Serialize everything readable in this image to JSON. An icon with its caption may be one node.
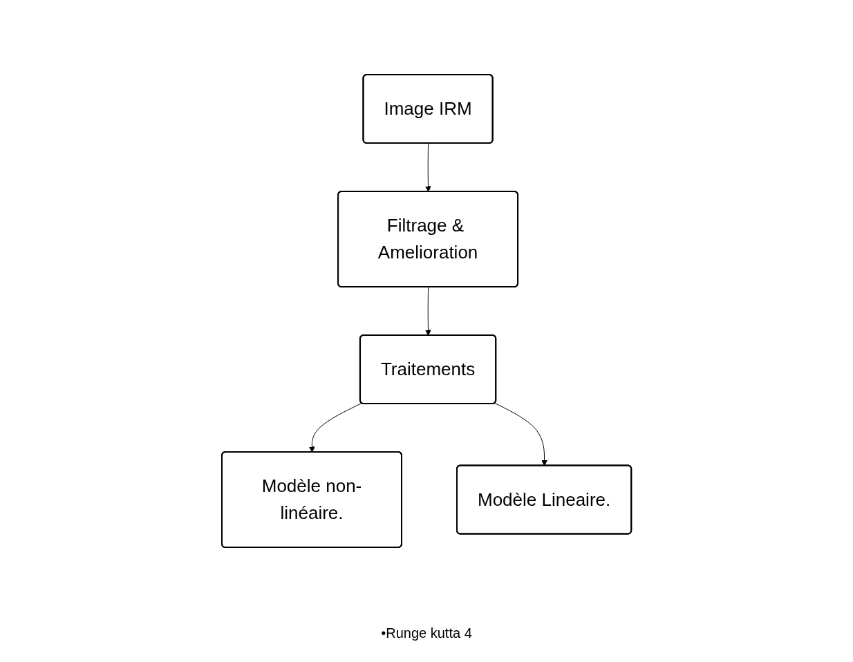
{
  "diagram": {
    "nodes": [
      {
        "text": [
          "Image IRM"
        ]
      },
      {
        "text": [
          "Filtrage & Amelioration"
        ]
      },
      {
        "text": [
          "Traitements"
        ]
      },
      {
        "text": [
          "Modèle non-linéaire."
        ]
      },
      {
        "text": [
          "Modèle Lineaire."
        ]
      }
    ],
    "edges": [
      {
        "from": 0,
        "to": 1,
        "arrow": "to"
      },
      {
        "from": 1,
        "to": 2,
        "arrow": "to"
      },
      {
        "from": 2,
        "to": 3,
        "arrow": "to"
      },
      {
        "from": 2,
        "to": 4,
        "arrow": "to"
      }
    ],
    "labels": [
      "•Runge kutta 4"
    ]
  }
}
